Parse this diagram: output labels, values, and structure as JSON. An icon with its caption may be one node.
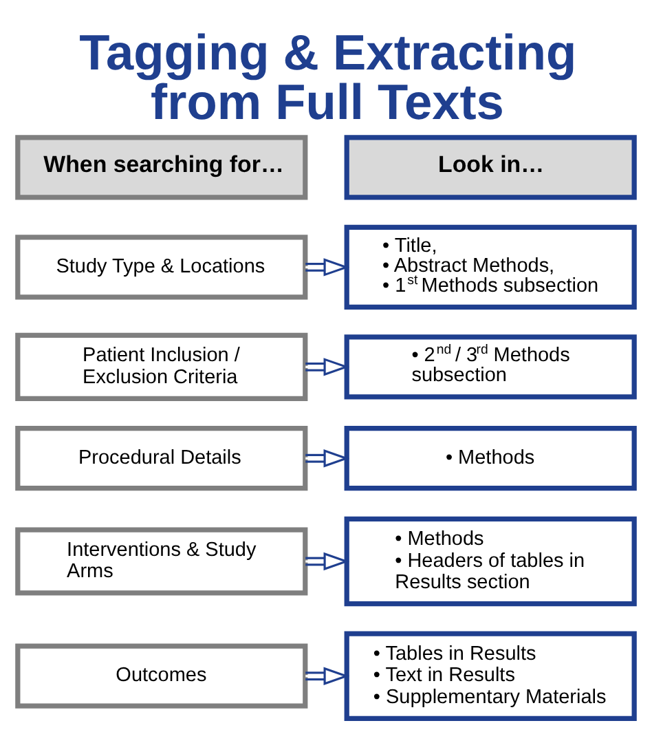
{
  "diagram": {
    "title": "Tagging & Extracting from Full Texts",
    "nodes": [
      {
        "text": [
          "When searching for…"
        ]
      },
      {
        "text": [
          "Look in…"
        ]
      },
      {
        "text": [
          "Study Type & Locations"
        ]
      },
      {
        "text": [
          "• Title,",
          "• Abstract Methods,",
          "• 1$^{st}$ Methods subsection"
        ]
      },
      {
        "text": [
          "Patient Inclusion / Exclusion Criteria"
        ]
      },
      {
        "text": [
          "• 2$^{nd}$ / 3$^{rd}$ Methods subsection"
        ]
      },
      {
        "text": [
          "Procedural Details"
        ]
      },
      {
        "text": [
          "• Methods"
        ]
      },
      {
        "text": [
          "Interventions & Study Arms"
        ]
      },
      {
        "text": [
          "• Methods",
          "• Headers of tables in Results section"
        ]
      },
      {
        "text": [
          "Outcomes"
        ]
      },
      {
        "text": [
          "• Tables in Results",
          "• Text in Results",
          "• Supplementary Materials"
        ]
      }
    ],
    "edges": [
      {
        "from": 2,
        "to": 3,
        "arrow": "to"
      },
      {
        "from": 4,
        "to": 5,
        "arrow": "to"
      },
      {
        "from": 6,
        "to": 7,
        "arrow": "to"
      },
      {
        "from": 8,
        "to": 9,
        "arrow": "to"
      },
      {
        "from": 10,
        "to": 11,
        "arrow": "to"
      }
    ]
  }
}
